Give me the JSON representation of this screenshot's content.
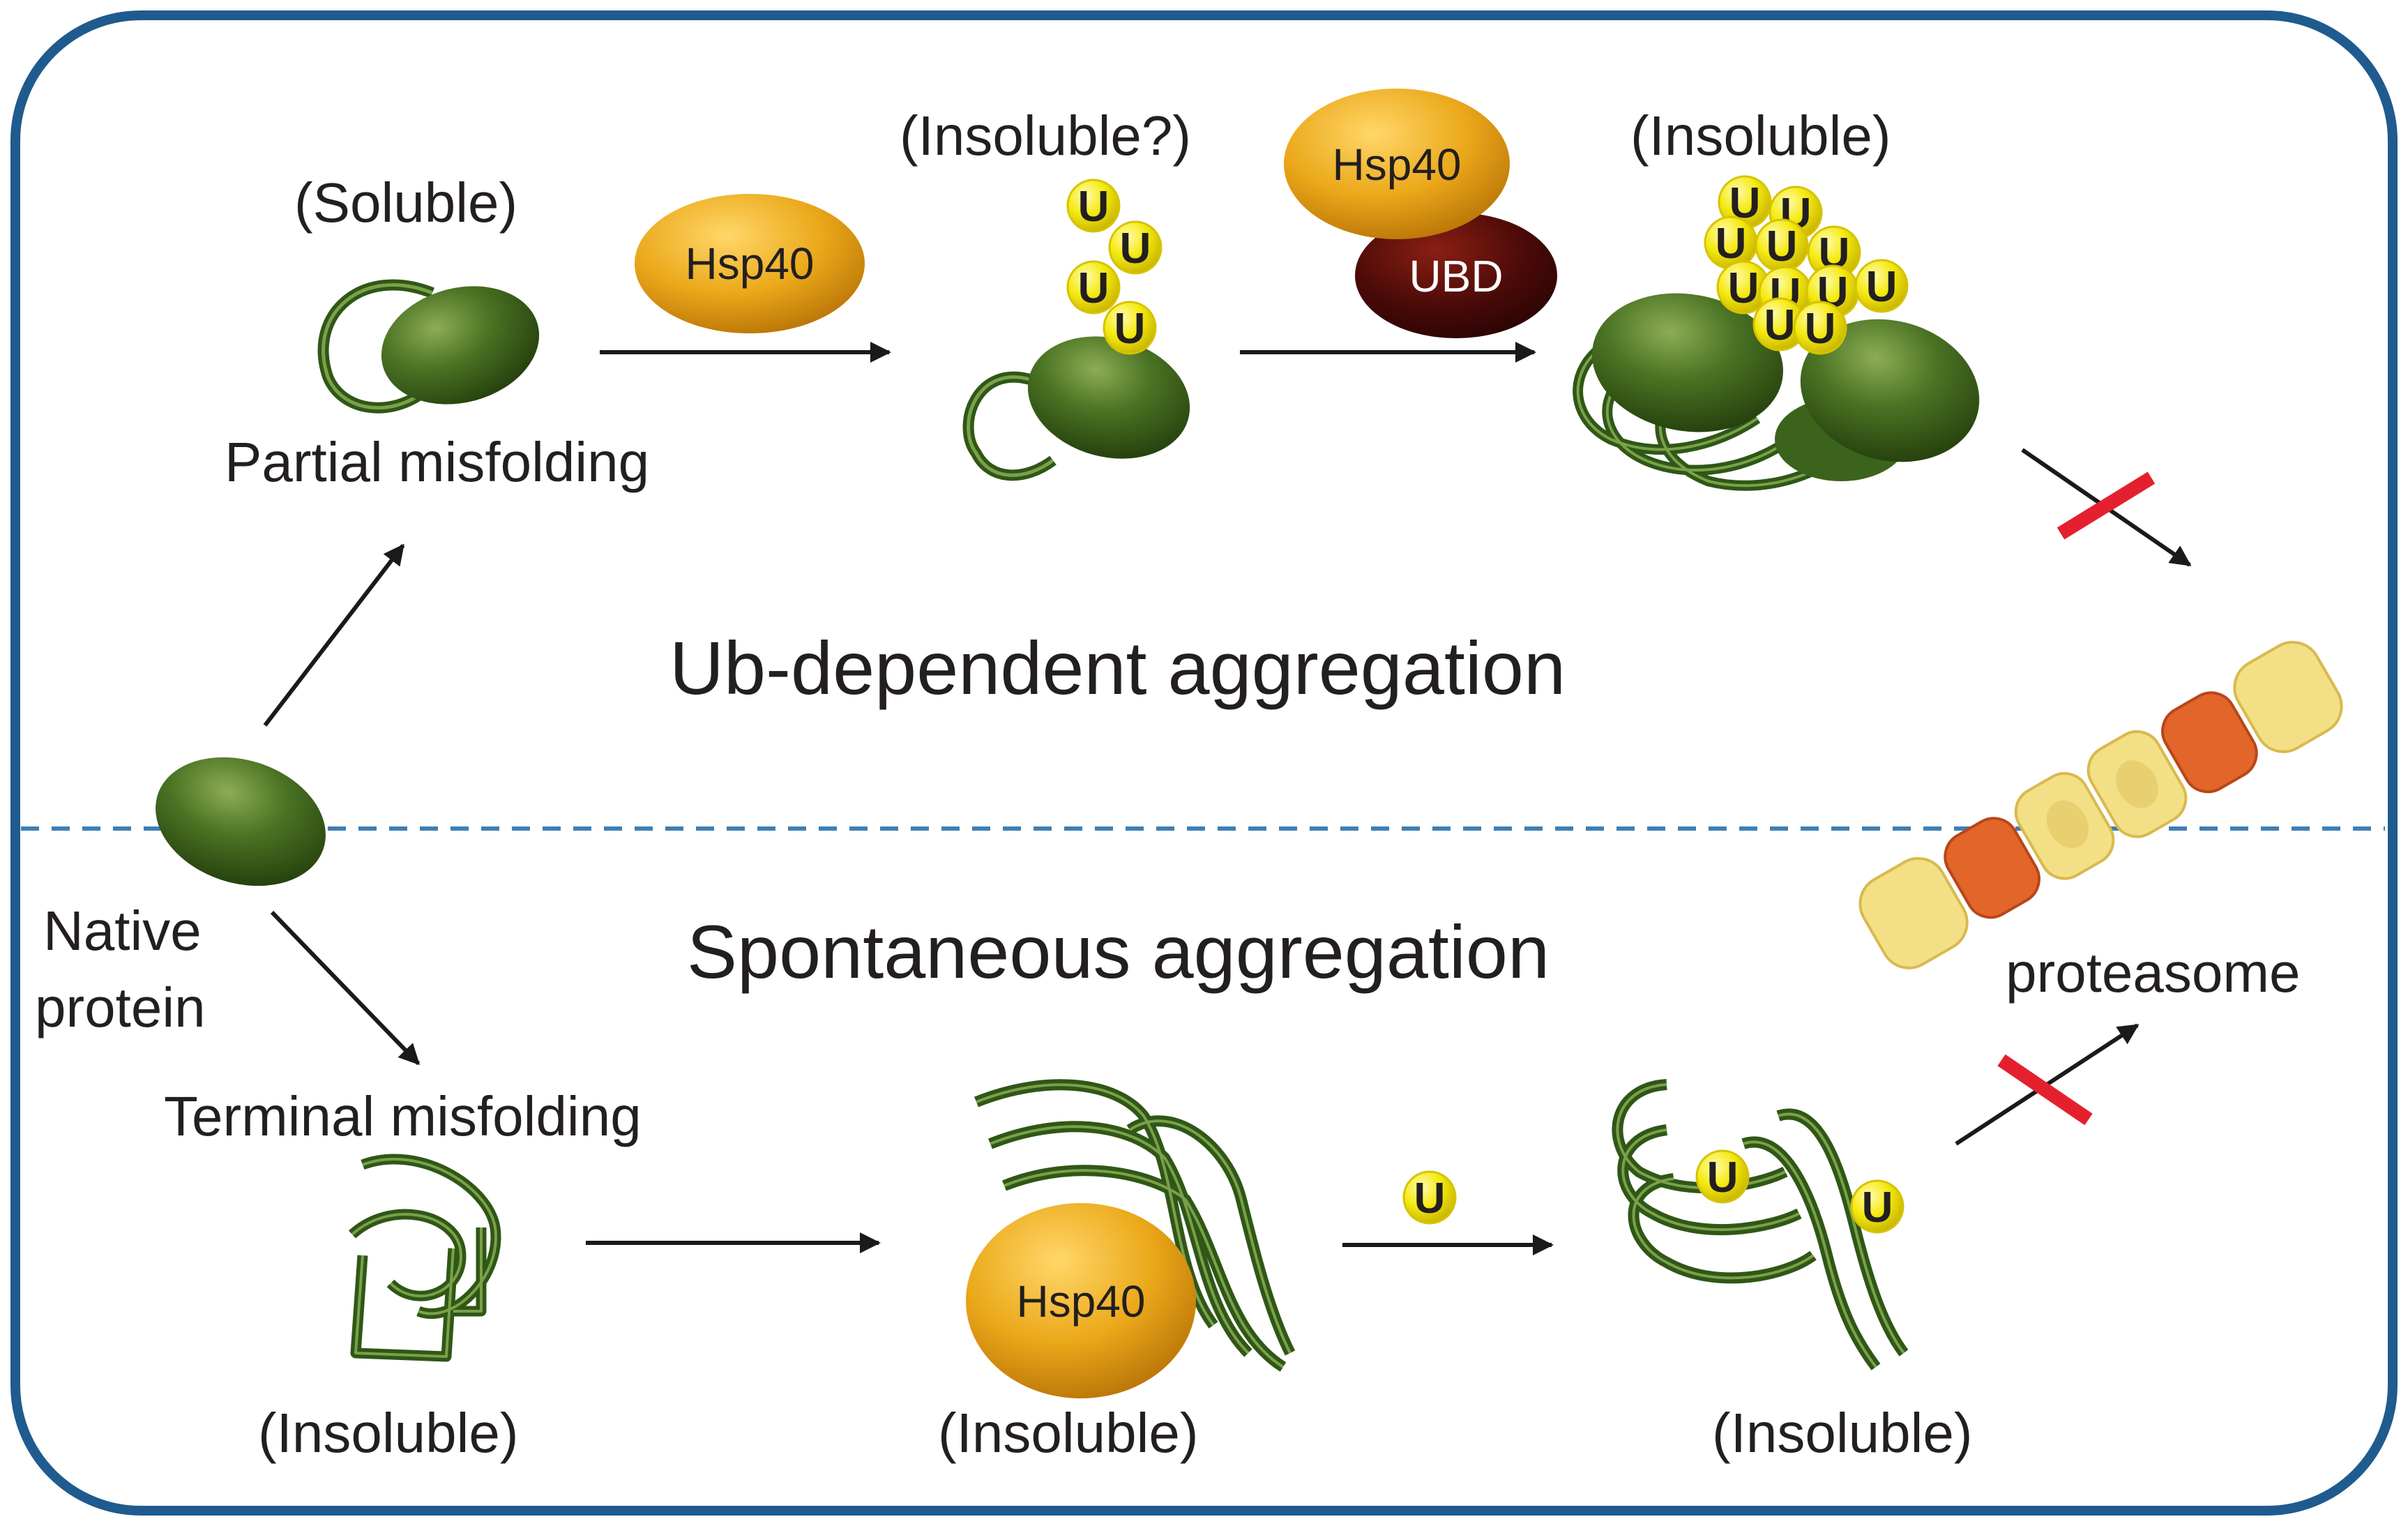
{
  "colors": {
    "frame": "#1f5b8e",
    "divider": "#3d7fb5",
    "protein": "#3e6a1f",
    "hsp40": "#e6a215",
    "ubd": "#4a0a08",
    "ubiquitin": "#f2e600",
    "block": "#e5202e",
    "proteasome_yellow": "#f3df86",
    "proteasome_orange": "#e2652a"
  },
  "sections": {
    "top_title": "Ub-dependent aggregation",
    "bottom_title": "Spontaneous aggregation"
  },
  "labels": {
    "native_line1": "Native",
    "native_line2": "protein",
    "partial_misfolding": "Partial misfolding",
    "terminal_misfolding": "Terminal misfolding",
    "soluble": "(Soluble)",
    "insoluble_q": "(Insoluble?)",
    "insoluble_top": "(Insoluble)",
    "insoluble_b1": "(Insoluble)",
    "insoluble_b2": "(Insoluble)",
    "insoluble_b3": "(Insoluble)",
    "proteasome": "proteasome"
  },
  "chaperones": {
    "hsp40": "Hsp40",
    "ubd": "UBD"
  },
  "ubiquitin": "U"
}
